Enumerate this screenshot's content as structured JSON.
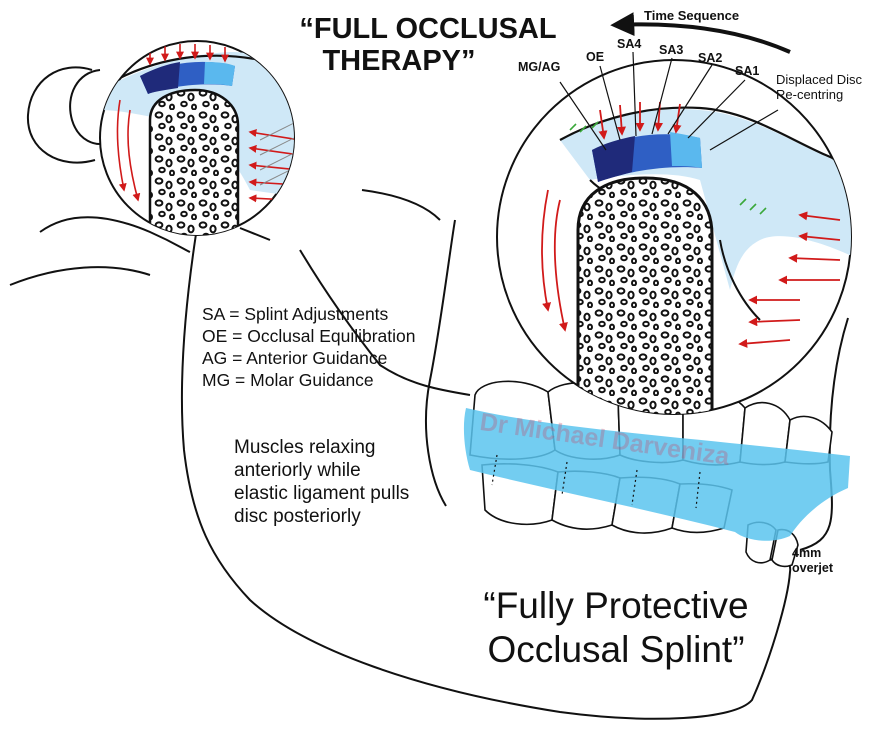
{
  "title": {
    "line1": "“FULL OCCLUSAL",
    "line2": "THERAPY”"
  },
  "time_sequence_label": "Time Sequence",
  "adjustment_labels": [
    "MG/AG",
    "OE",
    "SA4",
    "SA3",
    "SA2",
    "SA1"
  ],
  "displaced_disc": {
    "line1": "Displaced Disc",
    "line2": "Re-centring"
  },
  "legend": [
    "SA = Splint Adjustments",
    "OE = Occlusal Equilibration",
    "AG = Anterior Guidance",
    "MG =  Molar Guidance"
  ],
  "muscle_note": [
    "Muscles relaxing",
    "anteriorly while",
    "elastic ligament pulls",
    "disc posteriorly"
  ],
  "overjet": {
    "line1": "4mm",
    "line2": "overjet"
  },
  "splint_title": {
    "line1": "“Fully Protective",
    "line2": "Occlusal Splint”"
  },
  "watermark": "Dr Michael Darveniza",
  "colors": {
    "disc_dark": "#1f2a7a",
    "disc_mid": "#2f5fc4",
    "disc_light": "#5ab8ee",
    "fossa_light": "#cfe8f7",
    "splint": "#5bc4ee",
    "arrow_red": "#d11a1a",
    "ligament_green": "#3aa83a"
  }
}
